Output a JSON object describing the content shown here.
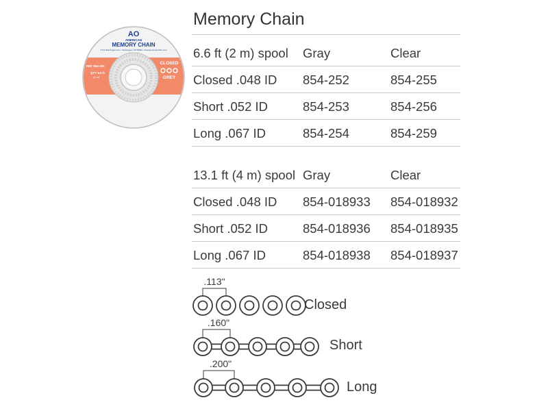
{
  "spool": {
    "logo": "AO",
    "brand": "AMERICAN",
    "product": "MEMORY CHAIN",
    "address": "1714 Washington Ave • Sheboygan, WI 53081 • www.americanortho.com",
    "ref": "REF 854-252",
    "qty": "QTY 6.6 ft",
    "qty_metric": "(2 m)",
    "type": "CLOSED",
    "color": "GREY"
  },
  "title": "Memory Chain",
  "table_2m": {
    "headers": [
      "6.6 ft (2 m) spool",
      "Gray",
      "Clear"
    ],
    "rows": [
      [
        "Closed .048 ID",
        "854-252",
        "854-255"
      ],
      [
        "Short .052 ID",
        "854-253",
        "854-256"
      ],
      [
        "Long .067 ID",
        "854-254",
        "854-259"
      ]
    ]
  },
  "table_4m": {
    "headers": [
      "13.1 ft (4 m) spool",
      "Gray",
      "Clear"
    ],
    "rows": [
      [
        "Closed .048 ID",
        "854-018933",
        "854-018932"
      ],
      [
        "Short .052 ID",
        "854-018936",
        "854-018935"
      ],
      [
        "Long .067 ID",
        "854-018938",
        "854-018937"
      ]
    ]
  },
  "chains": [
    {
      "name": "Closed",
      "spacing": ".113\""
    },
    {
      "name": "Short",
      "spacing": ".160\""
    },
    {
      "name": "Long",
      "spacing": ".200\""
    }
  ],
  "colors": {
    "label_band": "#f28a6a",
    "rule": "#c8c8c8",
    "text": "#3a3a3a",
    "brand_blue": "#1d3f8f"
  }
}
